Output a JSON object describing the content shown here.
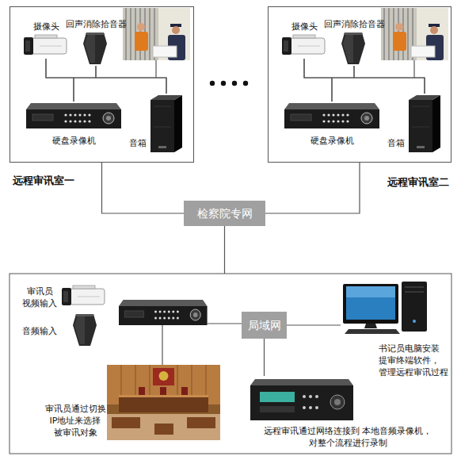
{
  "diagram": {
    "nodes": [
      {
        "text": [
          "远程审讯室一"
        ]
      },
      {
        "text": [
          "摄像头"
        ],
        "in": 0
      },
      {
        "text": [
          "回声消除拾音器"
        ],
        "in": 0
      },
      {
        "text": [
          "硬盘录像机"
        ],
        "in": 0
      },
      {
        "text": [
          "音箱"
        ],
        "in": 0
      },
      {
        "text": [
          "远程审讯室二"
        ]
      },
      {
        "text": [
          "摄像头"
        ],
        "in": 5
      },
      {
        "text": [
          "回声消除拾音器"
        ],
        "in": 5
      },
      {
        "text": [
          "硬盘录像机"
        ],
        "in": 5
      },
      {
        "text": [
          "音箱"
        ],
        "in": 5
      },
      {
        "text": [
          "检察院专网"
        ]
      },
      {
        "text": [
          "审讯员 视频输入"
        ]
      },
      {
        "text": [
          "音频输入"
        ]
      },
      {
        "text": [
          "审讯员通过切换 IP地址来选择 被审讯对象"
        ]
      },
      {
        "text": [
          "局域网"
        ]
      },
      {
        "text": [
          "书记员电脑安装 提审终端软件， 管理远程审讯过程"
        ]
      },
      {
        "text": [
          "远程审讯通过网络连接到 本地音频录像机，对整个流程进行录制"
        ]
      }
    ],
    "edges": [
      {
        "from": 1,
        "to": 3,
        "arrow": "none"
      },
      {
        "from": 2,
        "to": 3,
        "arrow": "none"
      },
      {
        "from": 1,
        "to": 4,
        "arrow": "none"
      },
      {
        "from": 2,
        "to": 4,
        "arrow": "none"
      },
      {
        "from": 6,
        "to": 8,
        "arrow": "none"
      },
      {
        "from": 7,
        "to": 8,
        "arrow": "none"
      },
      {
        "from": 6,
        "to": 9,
        "arrow": "none"
      },
      {
        "from": 7,
        "to": 9,
        "arrow": "none"
      },
      {
        "from": 0,
        "to": 10,
        "arrow": "none"
      },
      {
        "from": 5,
        "to": 10,
        "arrow": "none"
      },
      {
        "from": 14,
        "to": 15,
        "arrow": "none"
      },
      {
        "from": 14,
        "to": 16,
        "arrow": "none"
      }
    ]
  }
}
